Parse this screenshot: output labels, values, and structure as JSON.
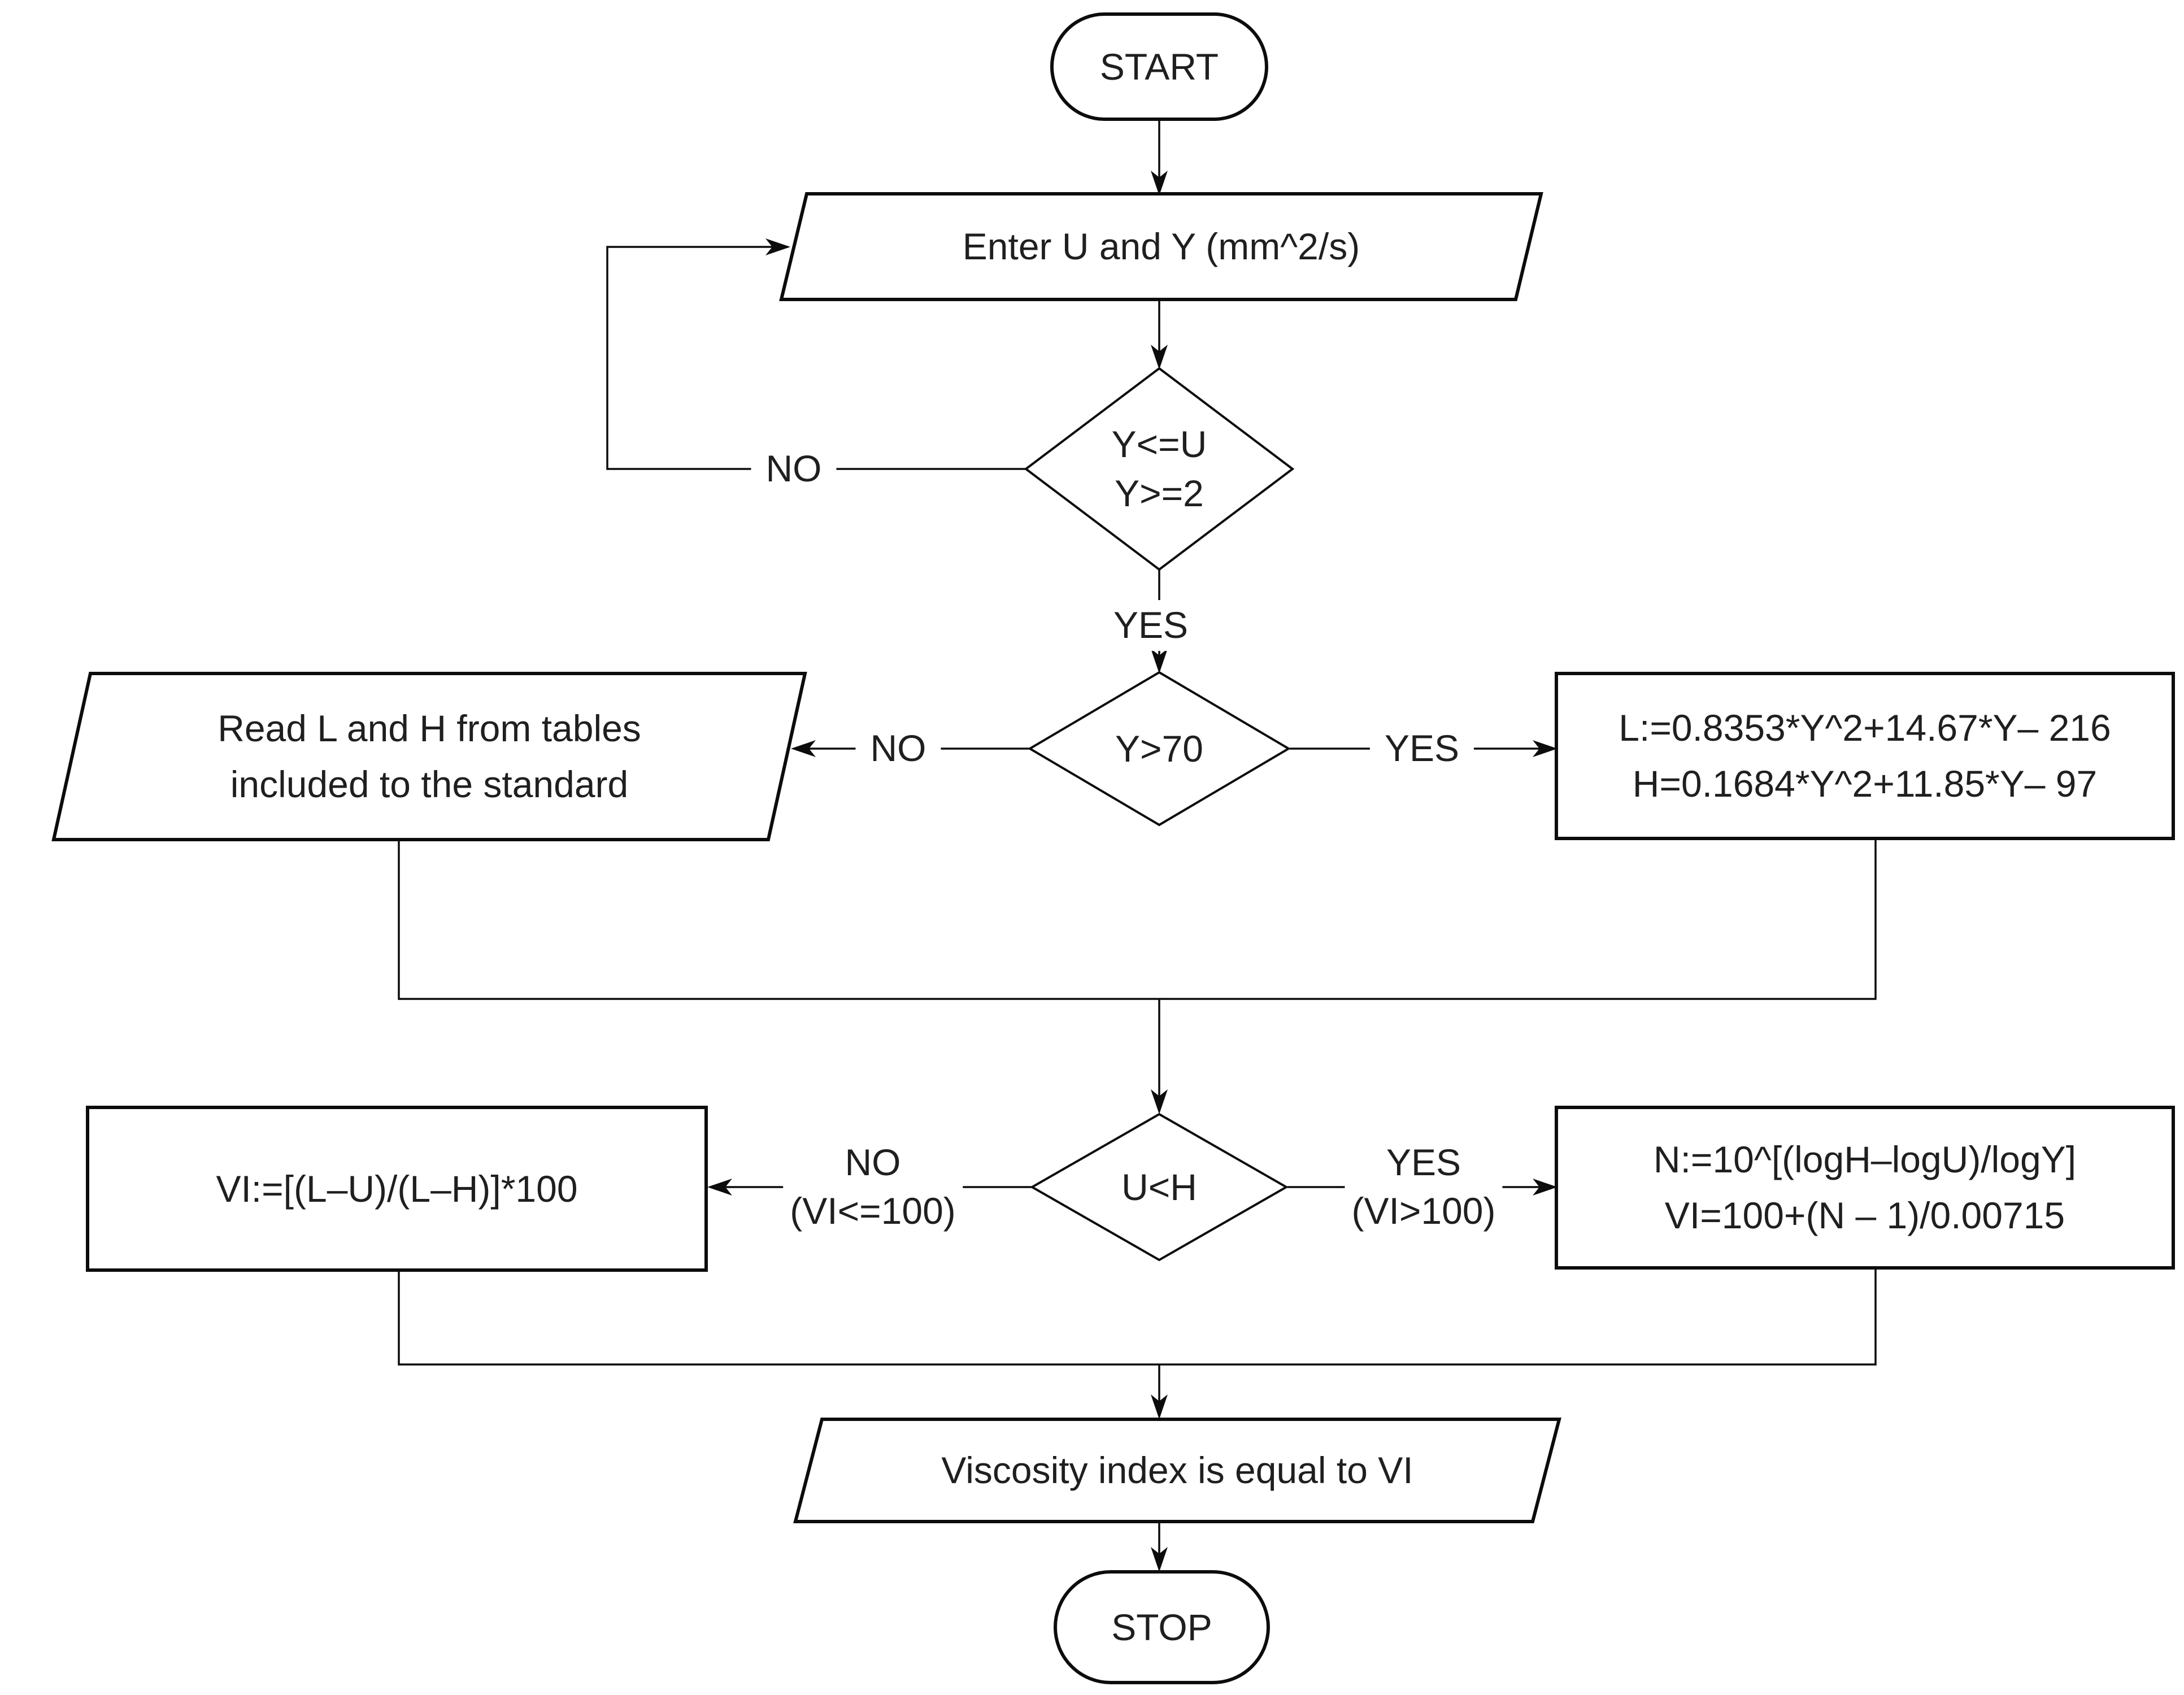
{
  "flowchart": {
    "nodes": {
      "start": {
        "label": "START"
      },
      "input": {
        "label": "Enter U and Y (mm^2/s)"
      },
      "range_check": {
        "line1": "Y<=U",
        "line2": "Y>=2"
      },
      "y70_check": {
        "label": "Y>70"
      },
      "read_tables": {
        "line1": "Read L and H from tables",
        "line2": "included to the standard"
      },
      "formula_lh": {
        "line1": "L:=0.8353*Y^2+14.67*Y– 216",
        "line2": "H=0.1684*Y^2+11.85*Y– 97"
      },
      "uh_check": {
        "label": "U<H"
      },
      "formula_vi_low": {
        "label": "VI:=[(L–U)/(L–H)]*100"
      },
      "formula_vi_high": {
        "line1": "N:=10^[(logH–logU)/logY]",
        "line2": "VI=100+(N – 1)/0.00715"
      },
      "result": {
        "label": "Viscosity index is equal to VI"
      },
      "stop": {
        "label": "STOP"
      }
    },
    "edge_labels": {
      "range_no": "NO",
      "range_yes": "YES",
      "y70_no": "NO",
      "y70_yes": "YES",
      "uh_no": "NO",
      "uh_no_condition": "(VI<=100)",
      "uh_yes": "YES",
      "uh_yes_condition": "(VI>100)"
    },
    "colors": {
      "stroke": "#0c0c0c",
      "text": "#1f1f1f",
      "background": "#ffffff"
    }
  }
}
